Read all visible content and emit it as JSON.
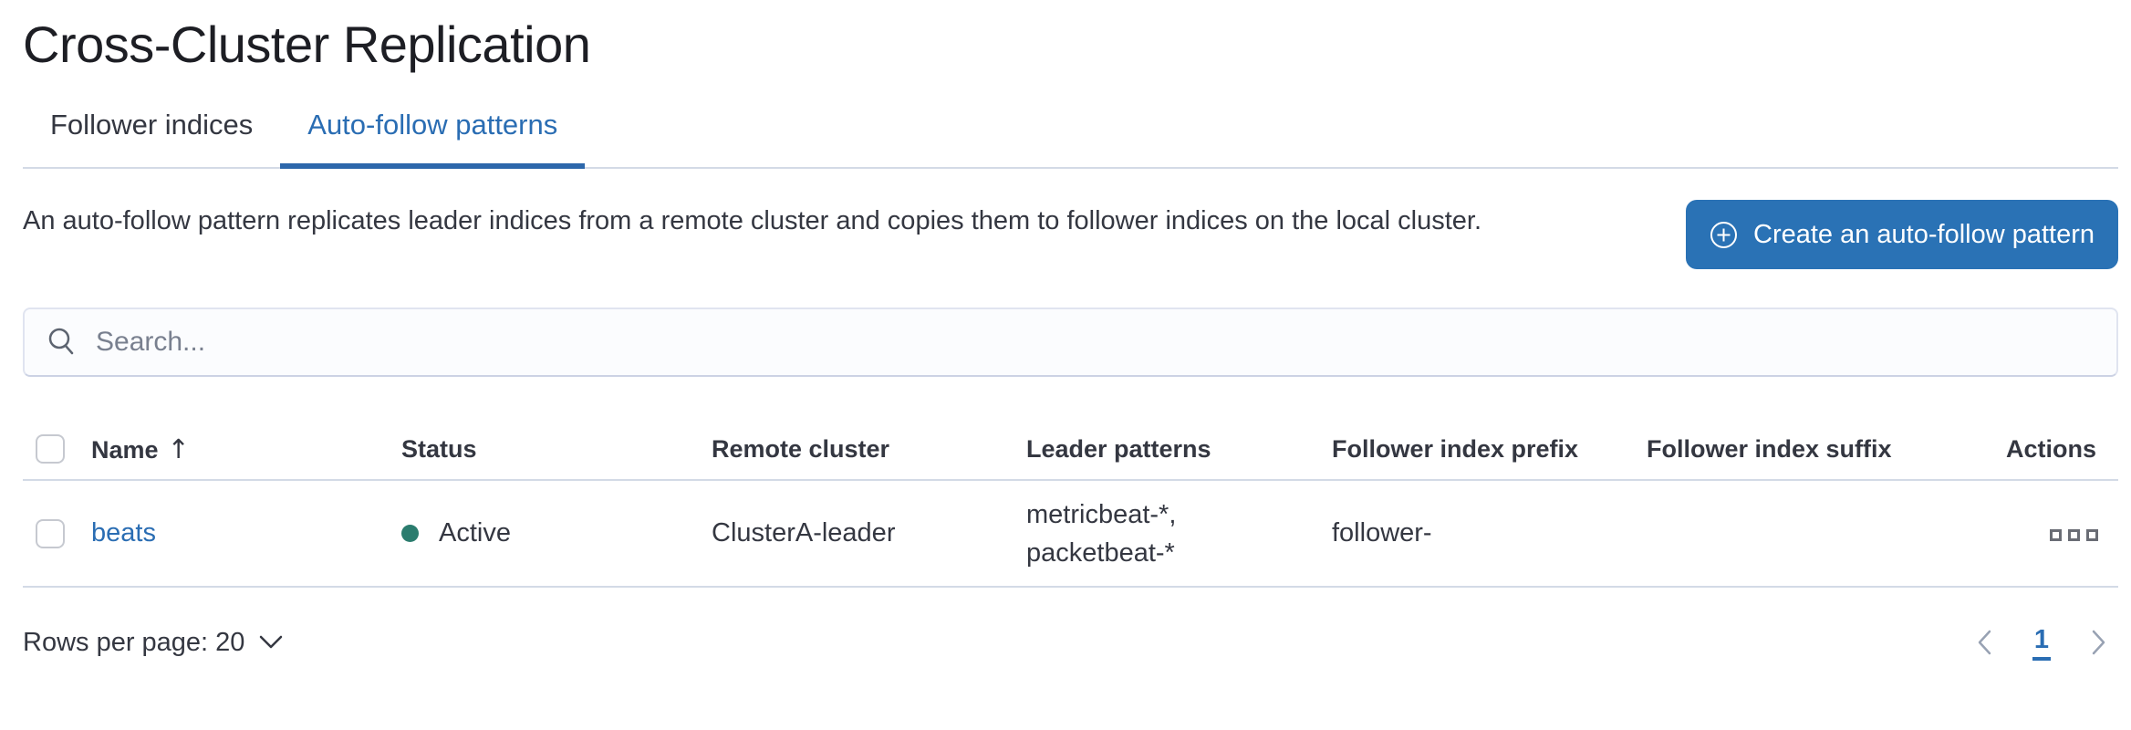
{
  "page": {
    "title": "Cross-Cluster Replication"
  },
  "tabs": [
    {
      "label": "Follower indices",
      "active": false
    },
    {
      "label": "Auto-follow patterns",
      "active": true
    }
  ],
  "description": "An auto-follow pattern replicates leader indices from a remote cluster and copies them to follower indices on the local cluster.",
  "create_button": {
    "label": "Create an auto-follow pattern",
    "icon": "plus-in-circle-icon"
  },
  "search": {
    "placeholder": "Search...",
    "value": "",
    "icon": "search-icon"
  },
  "table": {
    "columns": [
      "Name",
      "Status",
      "Remote cluster",
      "Leader patterns",
      "Follower index prefix",
      "Follower index suffix",
      "Actions"
    ],
    "sort": {
      "column": "Name",
      "direction": "ascending",
      "arrow": "↑"
    },
    "rows": [
      {
        "name": "beats",
        "status": "Active",
        "remote_cluster": "ClusterA-leader",
        "leader_patterns": "metricbeat-*, packetbeat-*",
        "leader_patterns_lines": [
          "metricbeat-*,",
          "packetbeat-*"
        ],
        "follower_index_prefix": "follower-",
        "follower_index_suffix": "",
        "actions_icon": "boxes-horizontal-icon"
      }
    ]
  },
  "footer": {
    "rows_per_page_label": "Rows per page: 20",
    "pagination": {
      "previous_icon": "chevron-left-icon",
      "current_page": "1",
      "next_icon": "chevron-right-icon"
    }
  },
  "colors": {
    "primary_blue": "#2a6db3",
    "button_fill": "#2a72b5",
    "tab_underline": "#2c67ab",
    "success_dot": "#2b7c6e",
    "text": "#343741",
    "title_text": "#1d1e24",
    "divider": "#d3dae6",
    "icon_gray": "#6a6d75",
    "pagination_arrow_gray": "#98a2b3"
  }
}
